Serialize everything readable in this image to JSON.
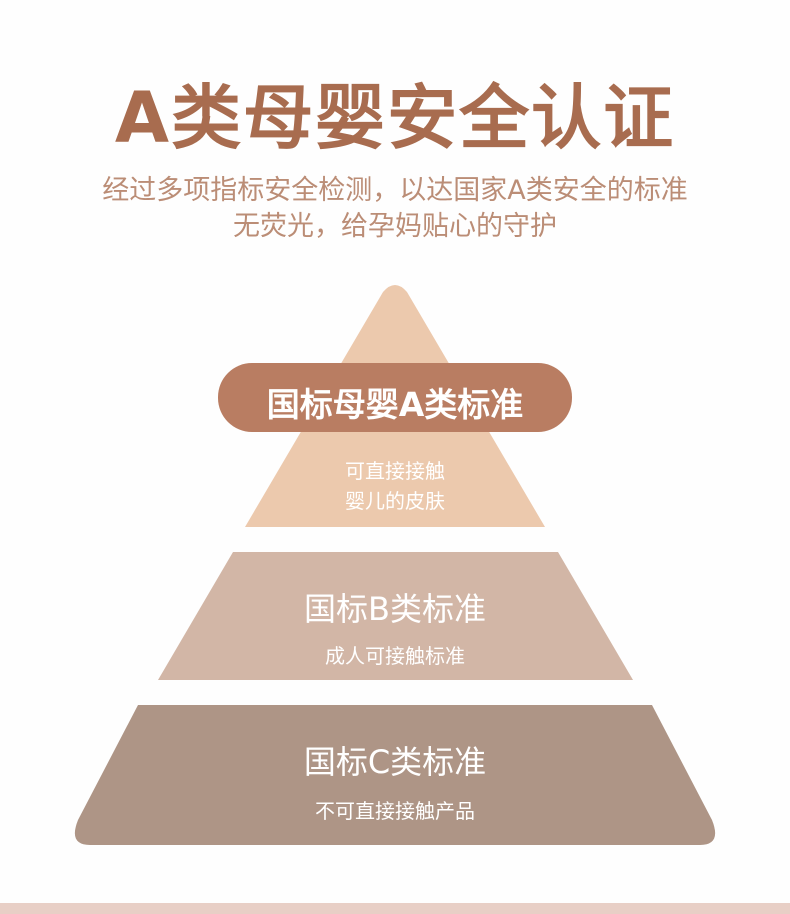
{
  "header": {
    "title": "A类母婴安全认证",
    "subtitle_line1": "经过多项指标安全检测，以达国家A类安全的标准",
    "subtitle_line2": "无荧光，给孕妈贴心的守护"
  },
  "pyramid": {
    "levels": [
      {
        "title": "国标母婴A类标准",
        "desc_line1": "可直接接触",
        "desc_line2": "婴儿的皮肤",
        "color": "#ecc9ad",
        "badge_color": "#b97d62"
      },
      {
        "title": "国标B类标准",
        "desc_line1": "成人可接触标准",
        "color": "#d2b6a6"
      },
      {
        "title": "国标C类标准",
        "desc_line1": "不可直接接触产品",
        "color": "#ae9586"
      }
    ]
  }
}
